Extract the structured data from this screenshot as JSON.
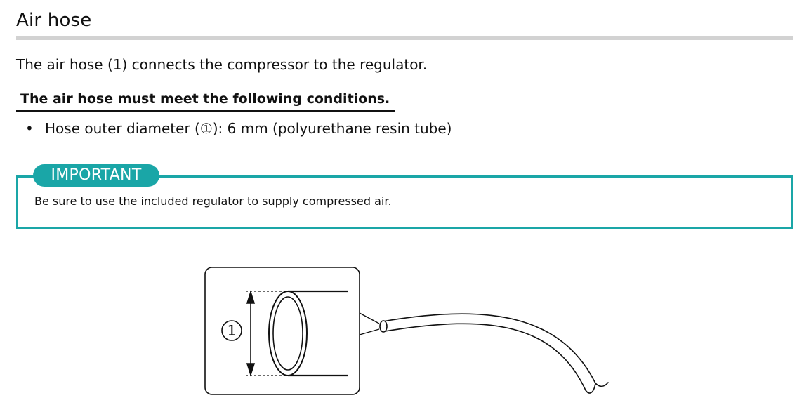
{
  "section": {
    "title": "Air hose",
    "intro": "The air hose (1) connects the compressor to the regulator."
  },
  "conditions": {
    "heading": "The air hose must meet the following conditions.",
    "items": [
      {
        "bullet": "•",
        "text": "Hose outer diameter (①): 6 mm (polyurethane resin tube)"
      }
    ]
  },
  "important": {
    "label": "IMPORTANT",
    "text": "Be sure to use the included regulator to supply compressed air."
  },
  "figure": {
    "callout": "1"
  },
  "colors": {
    "accent": "#1aa6a7",
    "rule": "#d2d2d2",
    "text": "#111111"
  }
}
